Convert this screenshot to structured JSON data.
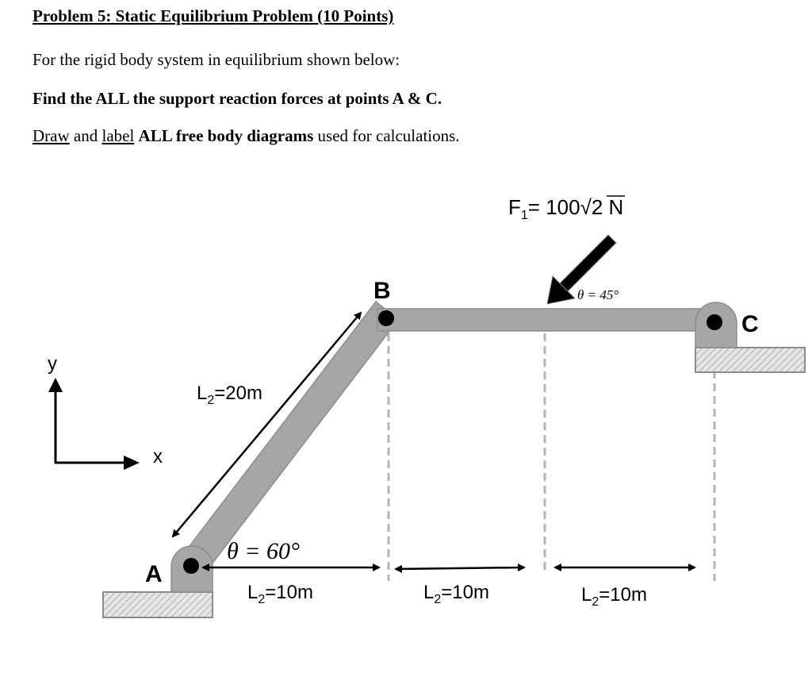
{
  "problem": {
    "title": "Problem 5: Static Equilibrium Problem (10 Points)",
    "intro": "For the rigid body system in equilibrium shown below:",
    "task": "Find the ALL the support reaction forces at points A & C.",
    "instruction": {
      "draw": "Draw",
      "and": " and ",
      "label": "label",
      "space": " ",
      "bold": "ALL free body diagrams",
      "rest": " used for calculations."
    }
  },
  "diagram": {
    "axes": {
      "x_label": "x",
      "y_label": "y"
    },
    "points": {
      "A": "A",
      "B": "B",
      "C": "C"
    },
    "force": {
      "label_prefix": "F",
      "label_sub": "1",
      "label_eq": "= 100",
      "label_sqrt": "√2",
      "label_unit": " N",
      "angle_label": "θ = 45°"
    },
    "angle_A": "θ = 60°",
    "dimensions": {
      "diagonal": {
        "prefix": "L",
        "sub": "2",
        "value": "=20m"
      },
      "seg1": {
        "prefix": "L",
        "sub": "2",
        "value": "=10m"
      },
      "seg2": {
        "prefix": "L",
        "sub": "2",
        "value": "=10m"
      },
      "seg3": {
        "prefix": "L",
        "sub": "2",
        "value": "=10m"
      }
    },
    "colors": {
      "member": "#a6a6a6",
      "member_stroke": "#8c8c8c",
      "dashed": "#b3b3b3",
      "ground": "#d9d9d9"
    }
  }
}
